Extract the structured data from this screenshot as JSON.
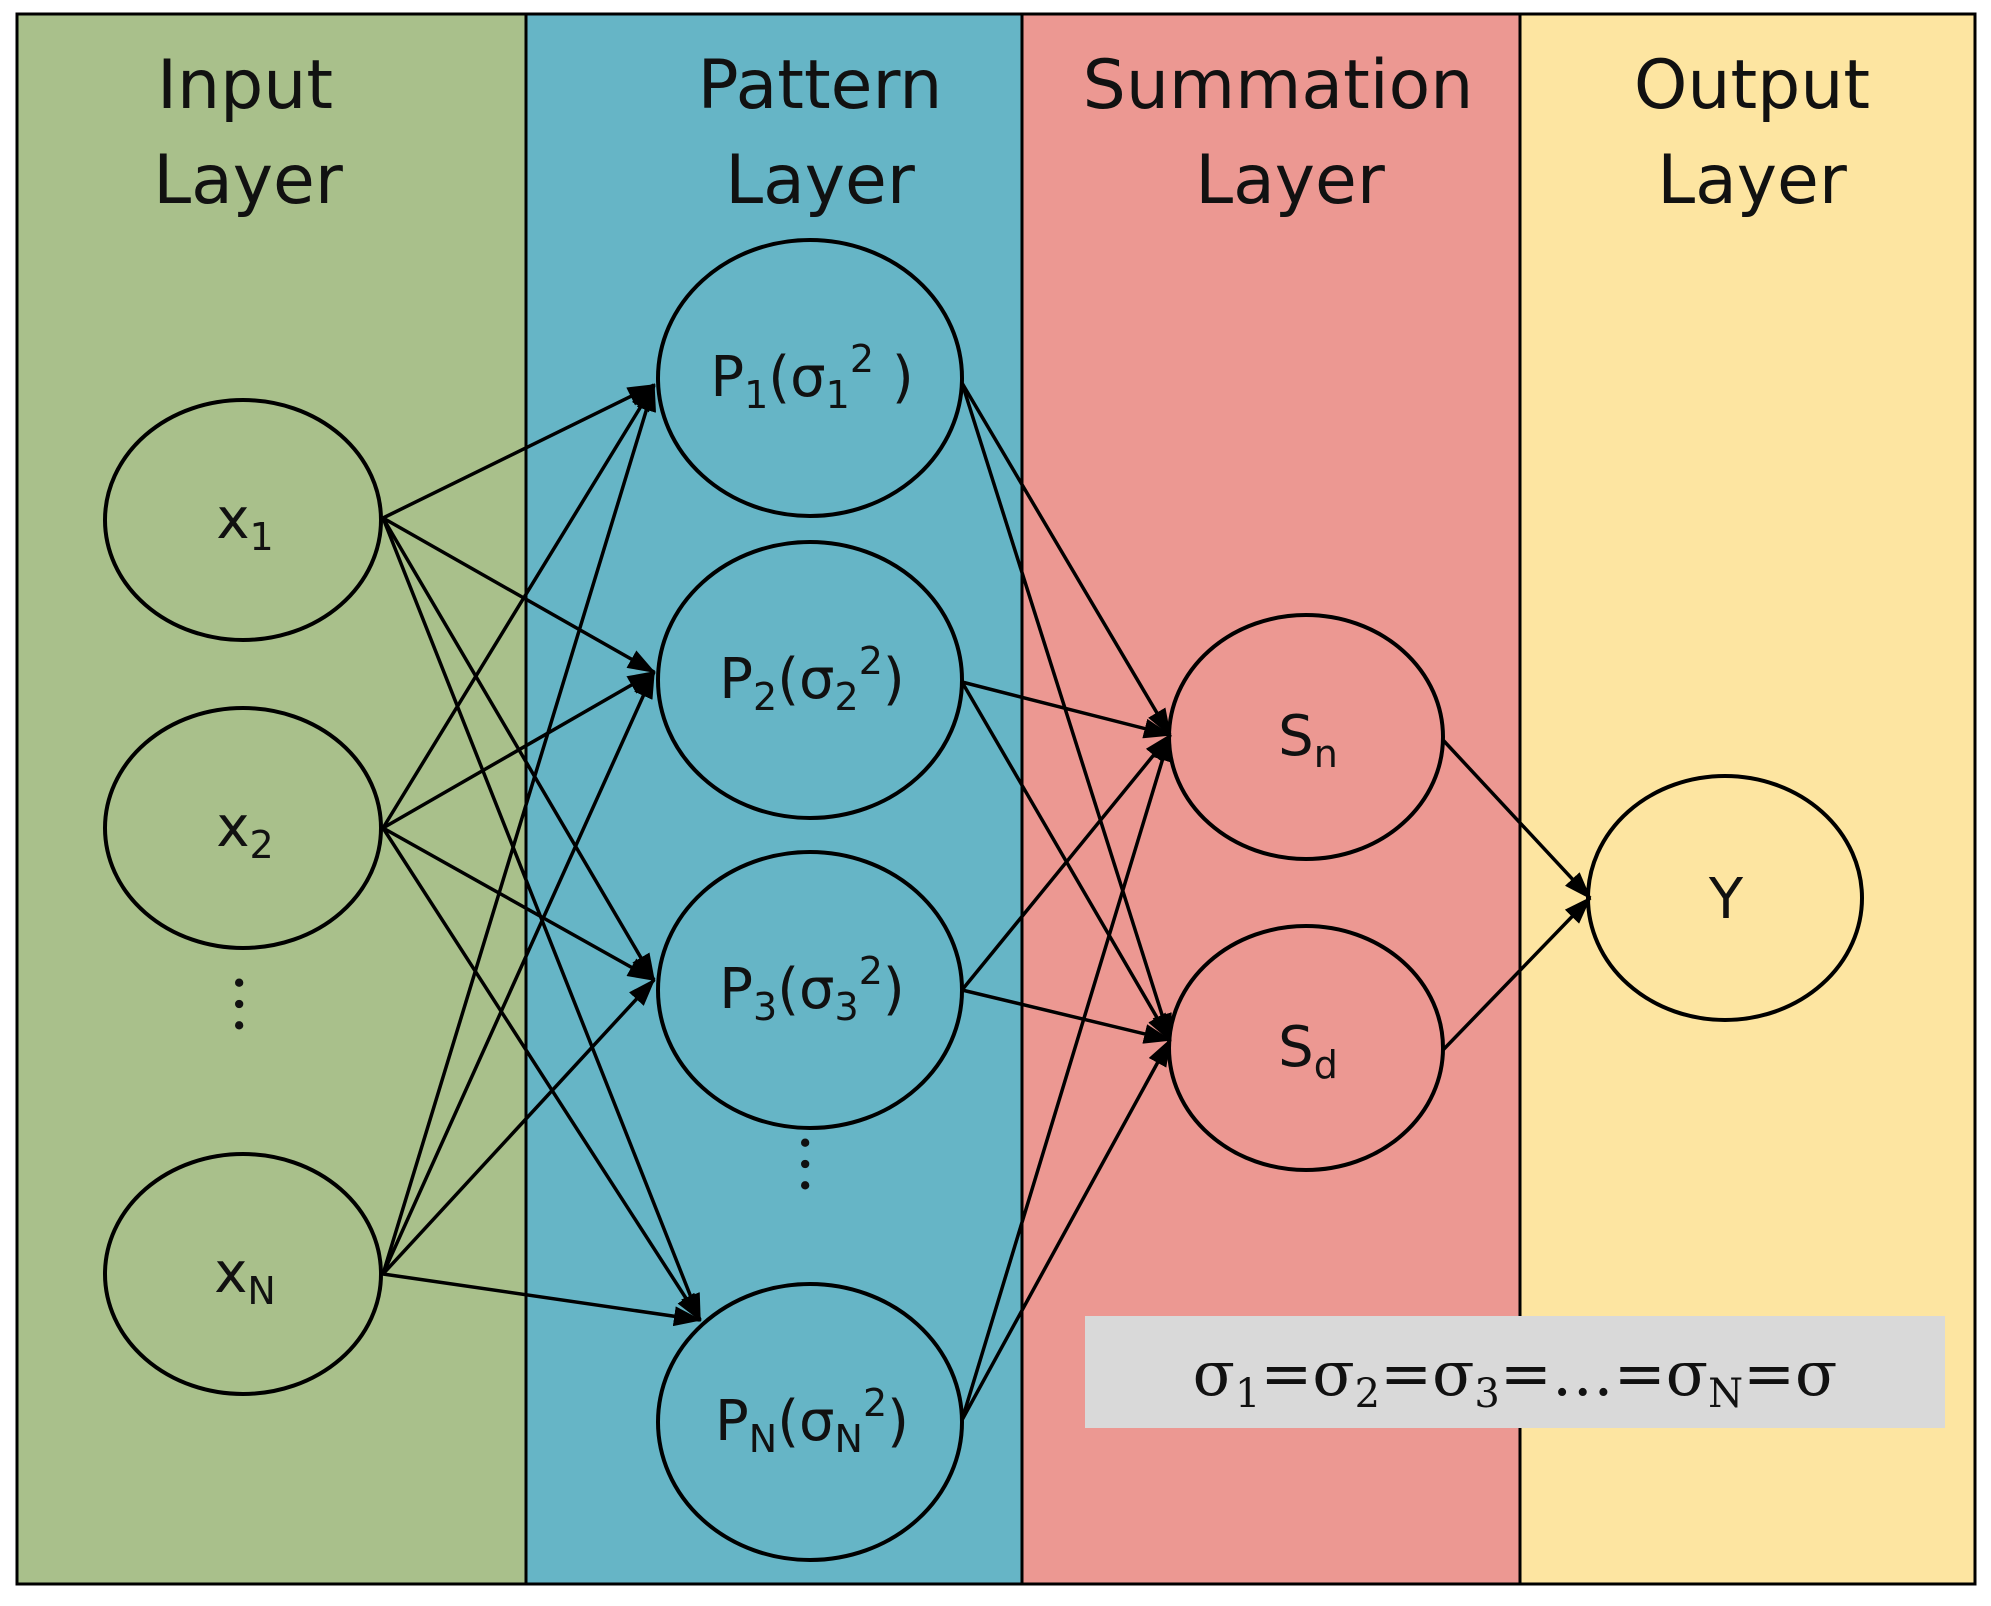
{
  "colors": {
    "input_bg": "#a9c08b",
    "pattern_bg": "#66b5c6",
    "summation_bg": "#ec9892",
    "output_bg": "#fde5a1",
    "equation_bg": "#d9d9d9",
    "stroke": "#000000"
  },
  "layers": {
    "input": {
      "line1": "Input",
      "line2": "Layer"
    },
    "pattern": {
      "line1": "Pattern",
      "line2": "Layer"
    },
    "summation": {
      "line1": "Summation",
      "line2": "Layer"
    },
    "output": {
      "line1": "Output",
      "line2": "Layer"
    }
  },
  "nodes": {
    "x1": {
      "main": "x",
      "sub": "1"
    },
    "x2": {
      "main": "x",
      "sub": "2"
    },
    "xN": {
      "main": "x",
      "sub": "N"
    },
    "p1": {
      "main": "P",
      "sub": "1",
      "open": "(σ",
      "sigma_sub": "1",
      "sup": "2",
      "close": " )"
    },
    "p2": {
      "main": "P",
      "sub": "2",
      "open": "(σ",
      "sigma_sub": "2",
      "sup": "2",
      "close": ")"
    },
    "p3": {
      "main": "P",
      "sub": "3",
      "open": "(σ",
      "sigma_sub": "3",
      "sup": "2",
      "close": ")"
    },
    "pN": {
      "main": "P",
      "sub": "N",
      "open": "(σ",
      "sigma_sub": "N",
      "sup": "2",
      "close": ")"
    },
    "sn": {
      "main": "S",
      "sub": "n"
    },
    "sd": {
      "main": "S",
      "sub": "d"
    },
    "y": {
      "main": "Y"
    }
  },
  "ellipsis": {
    "input": "…",
    "pattern": "…"
  },
  "equation": {
    "s1": "σ",
    "sub1": "1",
    "eq1": "=σ",
    "sub2": "2",
    "eq2": "=σ",
    "sub3": "3",
    "mid": "=…=σ",
    "subN": "N",
    "end": "=σ"
  }
}
